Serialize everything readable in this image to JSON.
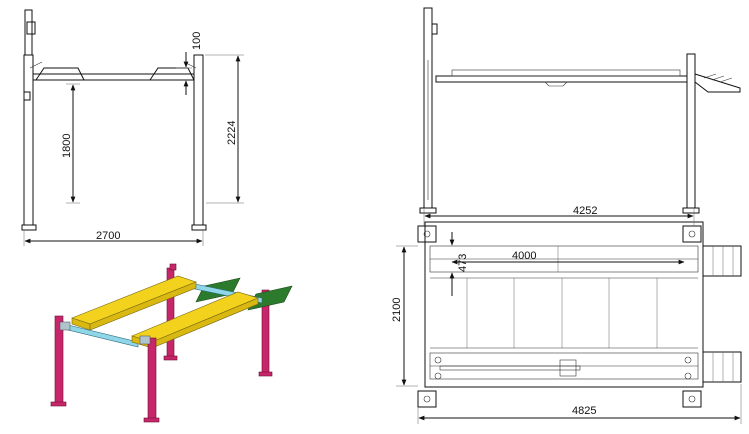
{
  "colors": {
    "line": "#111111",
    "post_red": "#c8266a",
    "runway_yellow": "#f2d21c",
    "ramp_green": "#2c7a2c",
    "crossbeam_blue": "#8fd6e8"
  },
  "front_view": {
    "dim_width": "2700",
    "dim_height": "2224",
    "dim_lift": "1800",
    "dim_top": "100"
  },
  "side_view": {},
  "plan_view": {
    "dim_overall_length": "4825",
    "dim_post_spacing": "4252",
    "dim_runway_length": "4000",
    "dim_width": "2100",
    "dim_runway_width": "473"
  },
  "iso_view": {}
}
